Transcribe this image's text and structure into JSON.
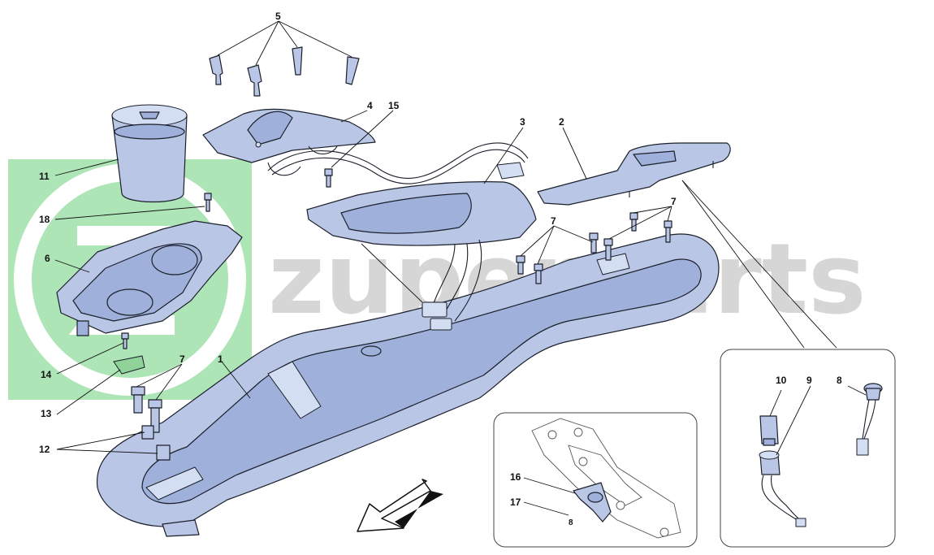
{
  "watermark": {
    "text": "zuperparts",
    "logo_color": "#8fdc9a",
    "text_color": "#d6d6d6"
  },
  "colors": {
    "part_fill": "#b9c6e6",
    "part_dark": "#9fb0da",
    "outline": "#1b1f2a"
  },
  "callouts": {
    "c1": "1",
    "c2": "2",
    "c3": "3",
    "c4": "4",
    "c5": "5",
    "c6": "6",
    "c7a": "7",
    "c7b": "7",
    "c7c": "7",
    "c8": "8",
    "c9": "9",
    "c10": "10",
    "c11": "11",
    "c12": "12",
    "c13": "13",
    "c14": "14",
    "c15": "15",
    "c16": "16",
    "c17": "17",
    "c18": "18"
  },
  "icons": {
    "direction_arrow": "front-direction-arrow-icon"
  }
}
